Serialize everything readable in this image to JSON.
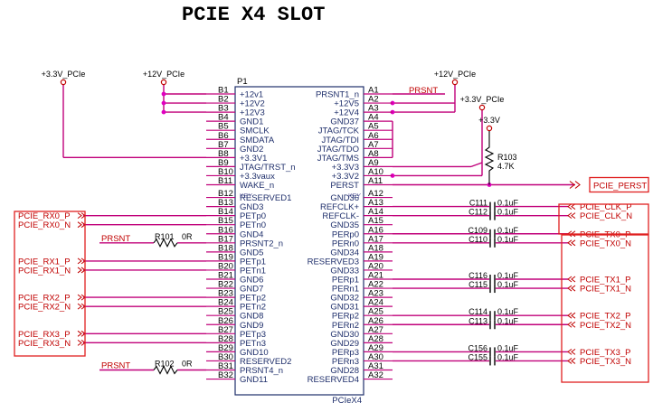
{
  "title": "PCIE X4 SLOT",
  "part": {
    "ref": "P1",
    "value": "PCIeX4",
    "key_label": "KEY"
  },
  "colors": {
    "wire": "#c0007a",
    "net": "#c00000",
    "frame": "#e02020",
    "pin_text": "#1f2f6b",
    "dot": "#e000c0"
  },
  "power": {
    "p3v3_left": "+3.3V_PCIe",
    "p12v_left": "+12V_PCIe",
    "p12v_right": "+12V_PCIe",
    "p3v3_right": "+3.3V_PCIe",
    "p3v3": "+3.3V"
  },
  "resistors": [
    {
      "ref": "R103",
      "value": "4.7K"
    },
    {
      "ref": "R101",
      "value": "0R"
    },
    {
      "ref": "R102",
      "value": "0R"
    }
  ],
  "left_pins": [
    {
      "num": "B1",
      "name": "+12v1"
    },
    {
      "num": "B2",
      "name": "+12V2"
    },
    {
      "num": "B3",
      "name": "+12V3"
    },
    {
      "num": "B4",
      "name": "GND1"
    },
    {
      "num": "B5",
      "name": "SMCLK"
    },
    {
      "num": "B6",
      "name": "SMDATA"
    },
    {
      "num": "B7",
      "name": "GND2"
    },
    {
      "num": "B8",
      "name": "+3.3V1"
    },
    {
      "num": "B9",
      "name": "JTAG/TRST_n"
    },
    {
      "num": "B10",
      "name": "+3.3vaux"
    },
    {
      "num": "B11",
      "name": "WAKE_n"
    },
    {
      "num": "B12",
      "name": "RESERVED1"
    },
    {
      "num": "B13",
      "name": "GND3"
    },
    {
      "num": "B14",
      "name": "PETp0"
    },
    {
      "num": "B15",
      "name": "PETn0"
    },
    {
      "num": "B16",
      "name": "GND4"
    },
    {
      "num": "B17",
      "name": "PRSNT2_n"
    },
    {
      "num": "B18",
      "name": "GND5"
    },
    {
      "num": "B19",
      "name": "PETp1"
    },
    {
      "num": "B20",
      "name": "PETn1"
    },
    {
      "num": "B21",
      "name": "GND6"
    },
    {
      "num": "B22",
      "name": "GND7"
    },
    {
      "num": "B23",
      "name": "PETp2"
    },
    {
      "num": "B24",
      "name": "PETn2"
    },
    {
      "num": "B25",
      "name": "GND8"
    },
    {
      "num": "B26",
      "name": "GND9"
    },
    {
      "num": "B27",
      "name": "PETp3"
    },
    {
      "num": "B28",
      "name": "PETn3"
    },
    {
      "num": "B29",
      "name": "GND10"
    },
    {
      "num": "B30",
      "name": "RESERVED2"
    },
    {
      "num": "B31",
      "name": "PRSNT4_n"
    },
    {
      "num": "B32",
      "name": "GND11"
    }
  ],
  "right_pins": [
    {
      "num": "A1",
      "name": "PRSNT1_n"
    },
    {
      "num": "A2",
      "name": "+12V5"
    },
    {
      "num": "A3",
      "name": "+12V4"
    },
    {
      "num": "A4",
      "name": "GND37"
    },
    {
      "num": "A5",
      "name": "JTAG/TCK"
    },
    {
      "num": "A6",
      "name": "JTAG/TDI"
    },
    {
      "num": "A7",
      "name": "JTAG/TDO"
    },
    {
      "num": "A8",
      "name": "JTAG/TMS"
    },
    {
      "num": "A9",
      "name": "+3.3V3"
    },
    {
      "num": "A10",
      "name": "+3.3V2"
    },
    {
      "num": "A11",
      "name": "PERST"
    },
    {
      "num": "A12",
      "name": "GND36"
    },
    {
      "num": "A13",
      "name": "REFCLK+"
    },
    {
      "num": "A14",
      "name": "REFCLK-"
    },
    {
      "num": "A15",
      "name": "GND35"
    },
    {
      "num": "A16",
      "name": "PERp0"
    },
    {
      "num": "A17",
      "name": "PERn0"
    },
    {
      "num": "A18",
      "name": "GND34"
    },
    {
      "num": "A19",
      "name": "RESERVED3"
    },
    {
      "num": "A20",
      "name": "GND33"
    },
    {
      "num": "A21",
      "name": "PERp1"
    },
    {
      "num": "A22",
      "name": "PERn1"
    },
    {
      "num": "A23",
      "name": "GND32"
    },
    {
      "num": "A24",
      "name": "GND31"
    },
    {
      "num": "A25",
      "name": "PERp2"
    },
    {
      "num": "A26",
      "name": "PERn2"
    },
    {
      "num": "A27",
      "name": "GND30"
    },
    {
      "num": "A28",
      "name": "GND29"
    },
    {
      "num": "A29",
      "name": "PERp3"
    },
    {
      "num": "A30",
      "name": "PERn3"
    },
    {
      "num": "A31",
      "name": "GND28"
    },
    {
      "num": "A32",
      "name": "RESERVED4"
    }
  ],
  "left_nets": [
    {
      "pin": "B14",
      "label": "PCIE_RX0_P"
    },
    {
      "pin": "B15",
      "label": "PCIE_RX0_N"
    },
    {
      "pin": "B19",
      "label": "PCIE_RX1_P"
    },
    {
      "pin": "B20",
      "label": "PCIE_RX1_N"
    },
    {
      "pin": "B23",
      "label": "PCIE_RX2_P"
    },
    {
      "pin": "B24",
      "label": "PCIE_RX2_N"
    },
    {
      "pin": "B27",
      "label": "PCIE_RX3_P"
    },
    {
      "pin": "B28",
      "label": "PCIE_RX3_N"
    }
  ],
  "right_nets": [
    {
      "pin": "A13",
      "cap": "C111",
      "value": "0.1uF",
      "label": "PCIE_CLK_P"
    },
    {
      "pin": "A14",
      "cap": "C112",
      "value": "0.1uF",
      "label": "PCIE_CLK_N"
    },
    {
      "pin": "A16",
      "cap": "C109",
      "value": "0.1uF",
      "label": "PCIE_TX0_P"
    },
    {
      "pin": "A17",
      "cap": "C110",
      "value": "0.1uF",
      "label": "PCIE_TX0_N"
    },
    {
      "pin": "A21",
      "cap": "C116",
      "value": "0.1uF",
      "label": "PCIE_TX1_P"
    },
    {
      "pin": "A22",
      "cap": "C115",
      "value": "0.1uF",
      "label": "PCIE_TX1_N"
    },
    {
      "pin": "A25",
      "cap": "C114",
      "value": "0.1uF",
      "label": "PCIE_TX2_P"
    },
    {
      "pin": "A26",
      "cap": "C113",
      "value": "0.1uF",
      "label": "PCIE_TX2_N"
    },
    {
      "pin": "A29",
      "cap": "C156",
      "value": "0.1uF",
      "label": "PCIE_TX3_P"
    },
    {
      "pin": "A30",
      "cap": "C155",
      "value": "0.1uF",
      "label": "PCIE_TX3_N"
    }
  ],
  "prsnt_labels": [
    {
      "pin": "A1",
      "label": "PRSNT"
    },
    {
      "pin": "B17",
      "label": "PRSNT"
    },
    {
      "pin": "B31",
      "label": "PRSNT"
    }
  ],
  "perst_label": "PCIE_PERST"
}
